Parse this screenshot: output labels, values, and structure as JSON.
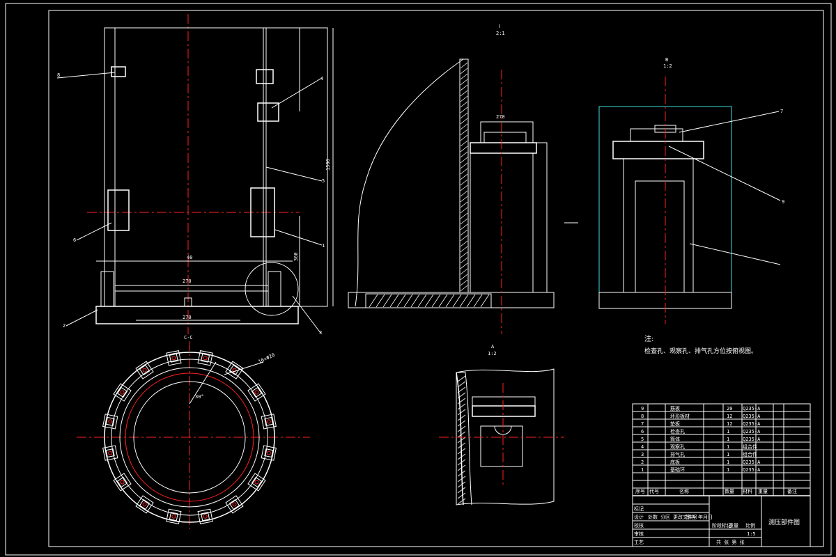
{
  "views": {
    "section_cc": "C-C",
    "view_1_label": "Ⅰ",
    "view_1_scale": "2:1",
    "view_b_label": "B",
    "view_b_scale": "1:2",
    "view_a_label": "A",
    "view_a_scale": "1:2"
  },
  "note": {
    "title": "注:",
    "text": "检查孔、观察孔、排气孔方位按俯视图。"
  },
  "balloons": [
    "8",
    "4",
    "5",
    "6",
    "1",
    "2",
    "3",
    "7",
    "9"
  ],
  "dims": {
    "d_270_a": "270",
    "d_270_b": "270",
    "d_270_c": "270",
    "d_360": "360",
    "d_1500": "1500",
    "d_40": "40",
    "angle_30": "30°",
    "ring_note": "16×Φ20"
  },
  "title_block": {
    "drawing_name": "测压部件图",
    "scale": "1:5",
    "sheet_text": "共 张 第 张",
    "parts": [
      {
        "no": "9",
        "name": "筋板",
        "qty": "20",
        "mat": "Q235-A"
      },
      {
        "no": "8",
        "name": "环形板材",
        "qty": "12",
        "mat": "Q235-A"
      },
      {
        "no": "7",
        "name": "垫板",
        "qty": "12",
        "mat": "Q235-A"
      },
      {
        "no": "6",
        "name": "检查孔",
        "qty": "1",
        "mat": "Q235-A"
      },
      {
        "no": "5",
        "name": "筒体",
        "qty": "1",
        "mat": "Q235-A"
      },
      {
        "no": "4",
        "name": "观察孔",
        "qty": "1",
        "mat": "组合件"
      },
      {
        "no": "3",
        "name": "排气孔",
        "qty": "1",
        "mat": "组合件"
      },
      {
        "no": "2",
        "name": "底板",
        "qty": "1",
        "mat": "Q235-A"
      },
      {
        "no": "1",
        "name": "基础环",
        "qty": "1",
        "mat": "Q235-A"
      }
    ],
    "header": {
      "no": "序号",
      "code": "代号",
      "name": "名称",
      "qty": "数量",
      "mat": "材料",
      "weight": "重量",
      "remark": "备注"
    },
    "rows_left": [
      "标记",
      "设计",
      "校核",
      "审核",
      "工艺"
    ],
    "cols_mid": [
      "处数",
      "分区",
      "更改文件号",
      "签名",
      "年月日"
    ],
    "stage": [
      "阶段标记",
      "重量",
      "比例"
    ]
  }
}
